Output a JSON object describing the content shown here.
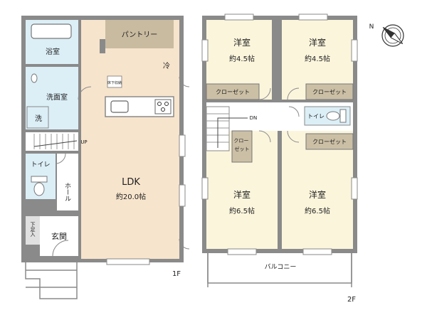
{
  "floor1": {
    "floor_label": "1F",
    "rooms": {
      "pantry": "パントリー",
      "bath": "浴室",
      "washroom": "洗面室",
      "washer": "洗",
      "fridge": "冷",
      "underfloor_storage": "床下収納",
      "ldk_name": "LDK",
      "ldk_size": "約20.0帖",
      "toilet": "トイレ",
      "hall": "ホール",
      "shoe_storage": "下足入",
      "entrance": "玄関",
      "stair_up": "UP"
    }
  },
  "floor2": {
    "floor_label": "2F",
    "rooms": {
      "nw_name": "洋室",
      "nw_size": "約4.5帖",
      "ne_name": "洋室",
      "ne_size": "約4.5帖",
      "sw_name": "洋室",
      "sw_size": "約6.5帖",
      "se_name": "洋室",
      "se_size": "約6.5帖",
      "closet": "クローゼット",
      "closet_small": "クロー\nゼット",
      "toilet": "トイレ",
      "balcony": "バルコニー",
      "stair_down": "DN"
    }
  },
  "compass": {
    "north_label": "N",
    "icon": "north-arrow-icon"
  },
  "colors": {
    "wall": "#8a8a8a",
    "room_yellow": "#fbf5dc",
    "ldk_peach": "#f7e4cc",
    "bath_blue": "#dceff7",
    "pantry_brown": "#c9bba0",
    "closet_brown": "#cbbfa5",
    "entrance_gray": "#e8e8e8",
    "stair_gray": "#d8d8d8"
  }
}
